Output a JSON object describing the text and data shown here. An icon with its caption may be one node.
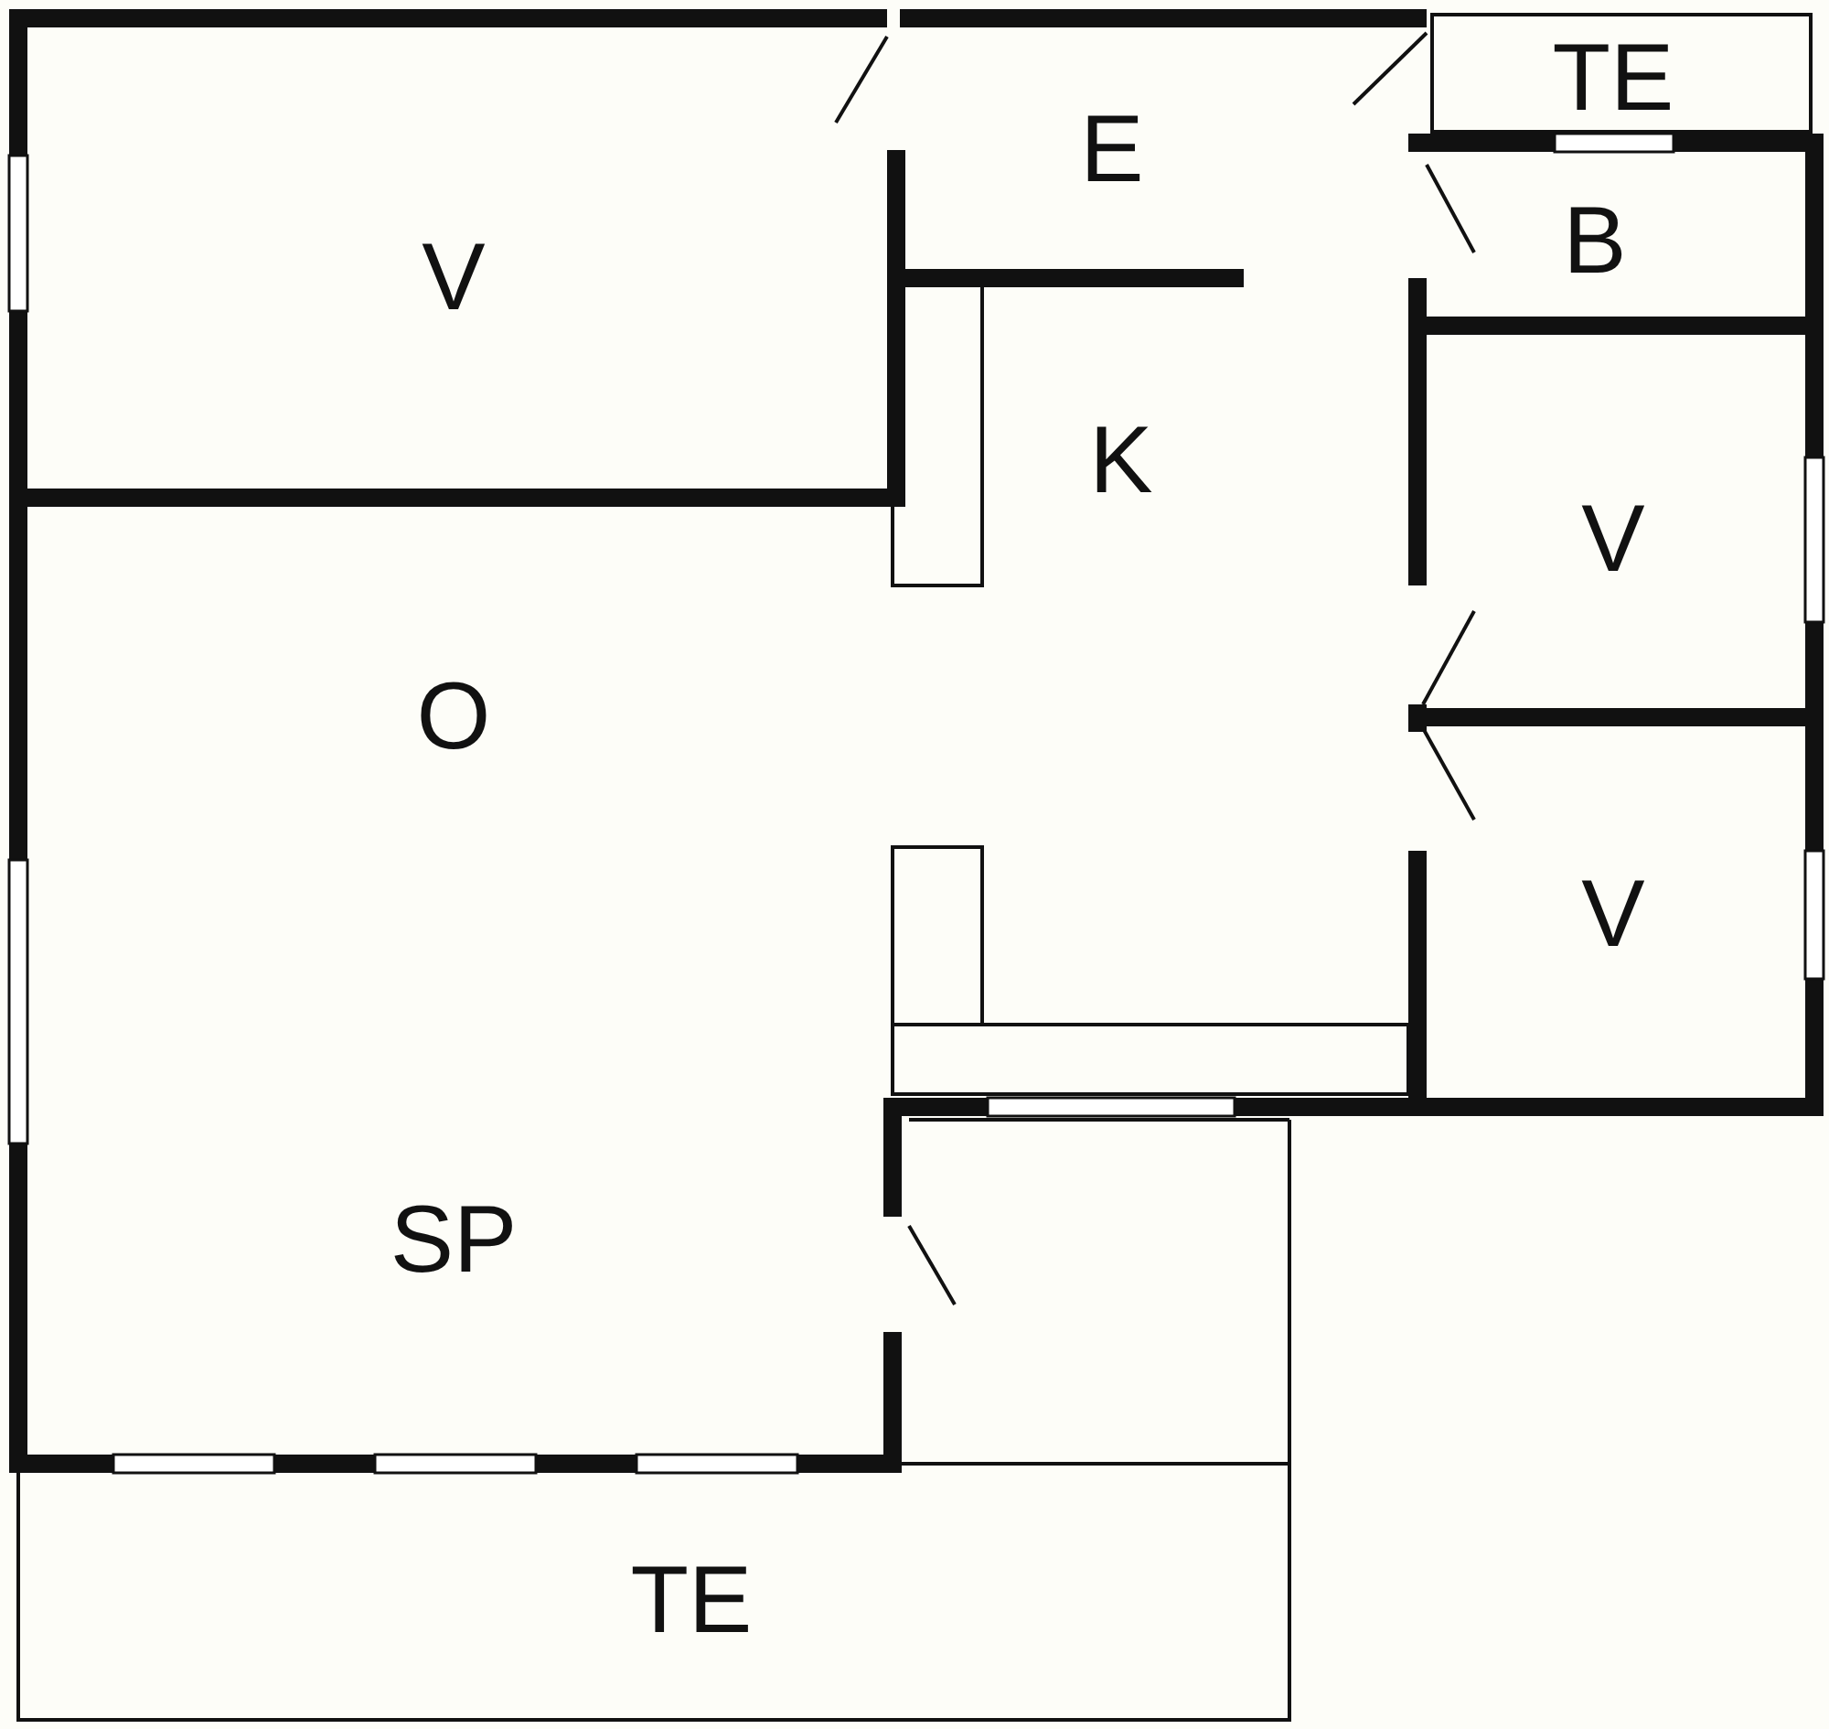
{
  "diagram": {
    "labels": [
      "V",
      "E",
      "TE",
      "B",
      "K",
      "V",
      "O",
      "V",
      "SP",
      "TE"
    ]
  }
}
